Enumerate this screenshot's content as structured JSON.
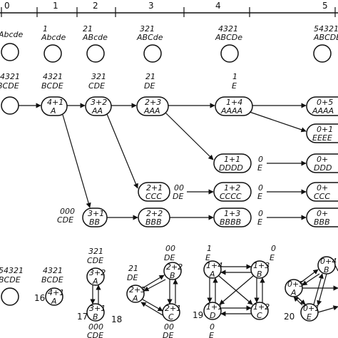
{
  "ruler": {
    "ticks": [
      "0",
      "1",
      "2",
      "3",
      "4",
      "5"
    ]
  },
  "top_row": [
    {
      "top": "",
      "bottom": "Abcde"
    },
    {
      "top": "1",
      "bottom": "Abcde"
    },
    {
      "top": "21",
      "bottom": "ABcde"
    },
    {
      "top": "321",
      "bottom": "ABCde"
    },
    {
      "top": "4321",
      "bottom": "ABCDe"
    },
    {
      "top": "54321",
      "bottom": "ABCDE"
    }
  ],
  "tree": {
    "root": {
      "top": "4321",
      "bottom": "BCDE"
    },
    "nodes": [
      {
        "id": "n1",
        "inner_top": "4+1",
        "inner_bottom": "A",
        "label_top": "4321",
        "label_bottom": "BCDE"
      },
      {
        "id": "n2",
        "inner_top": "3+2",
        "inner_bottom": "AA",
        "label_top": "321",
        "label_bottom": "CDE"
      },
      {
        "id": "n3",
        "inner_top": "2+3",
        "inner_bottom": "AAA",
        "label_top": "21",
        "label_bottom": "DE"
      },
      {
        "id": "n4",
        "inner_top": "1+4",
        "inner_bottom": "AAAA",
        "label_top": "1",
        "label_bottom": "E"
      },
      {
        "id": "n5",
        "inner_top": "0+5",
        "inner_bottom": "AAAA",
        "label_top": "",
        "label_bottom": ""
      },
      {
        "id": "n6",
        "inner_top": "0+1",
        "inner_bottom": "EEEE",
        "label_top": "",
        "label_bottom": ""
      },
      {
        "id": "n7",
        "inner_top": "1+1",
        "inner_bottom": "DDDD",
        "side_top": "0",
        "side_bottom": "E"
      },
      {
        "id": "n8",
        "inner_top": "0+",
        "inner_bottom": "DDD",
        "label_top": "",
        "label_bottom": ""
      },
      {
        "id": "n9",
        "inner_top": "2+1",
        "inner_bottom": "CCC",
        "side_top": "00",
        "side_bottom": "DE"
      },
      {
        "id": "n10",
        "inner_top": "1+2",
        "inner_bottom": "CCCC",
        "side_top": "0",
        "side_bottom": "E"
      },
      {
        "id": "n11",
        "inner_top": "0+",
        "inner_bottom": "CCC",
        "label_top": "",
        "label_bottom": ""
      },
      {
        "id": "n12",
        "inner_top": "3+1",
        "inner_bottom": "BB",
        "label_top": "000",
        "label_bottom": "CDE"
      },
      {
        "id": "n13",
        "inner_top": "2+2",
        "inner_bottom": "BBB",
        "label_top": "",
        "label_bottom": ""
      },
      {
        "id": "n14",
        "inner_top": "1+3",
        "inner_bottom": "BBBB",
        "side_top": "0",
        "side_bottom": "E"
      },
      {
        "id": "n15",
        "inner_top": "0+",
        "inner_bottom": "BBB",
        "label_top": "",
        "label_bottom": ""
      }
    ]
  },
  "bottom": {
    "left_label": {
      "top": "54321",
      "bottom": "BCDE"
    },
    "fig16": {
      "number": "16",
      "label_top": "4321",
      "label_bottom": "BCDE",
      "node": {
        "top": "4+1",
        "bottom": "A"
      }
    },
    "fig17": {
      "number": "17",
      "label_top": "321",
      "label_bottom": "CDE",
      "nodeA": {
        "top": "3+2",
        "bottom": "A"
      },
      "nodeB": {
        "top": "3+1",
        "bottom": "B"
      },
      "under_top": "000",
      "under_bottom": "CDE"
    },
    "fig18": {
      "number": "18",
      "left_top": "21",
      "left_bottom": "DE",
      "right_top": "00",
      "right_bottom": "DE",
      "nodeA": {
        "top": "2+3",
        "bottom": "A"
      },
      "nodeB": {
        "top": "2+2",
        "bottom": "B"
      },
      "nodeC": {
        "top": "2+1",
        "bottom": "C"
      },
      "under_top": "00",
      "under_bottom": "DE"
    },
    "fig19": {
      "number": "19",
      "left_top": "1",
      "left_bottom": "E",
      "right_top": "0",
      "right_bottom": "E",
      "nodeA": {
        "top": "1+4",
        "bottom": "A"
      },
      "nodeB": {
        "top": "1+3",
        "bottom": "B"
      },
      "nodeC": {
        "top": "1+2",
        "bottom": "C"
      },
      "nodeD": {
        "top": "1+1",
        "bottom": "D"
      },
      "under_top": "0",
      "under_bottom": "E"
    },
    "fig20": {
      "number": "20",
      "nodeB": {
        "top": "0+4",
        "bottom": "B"
      },
      "nodeA": {
        "top": "0+5",
        "bottom": "A"
      },
      "nodeE": {
        "top": "0+1",
        "bottom": "E"
      }
    }
  }
}
